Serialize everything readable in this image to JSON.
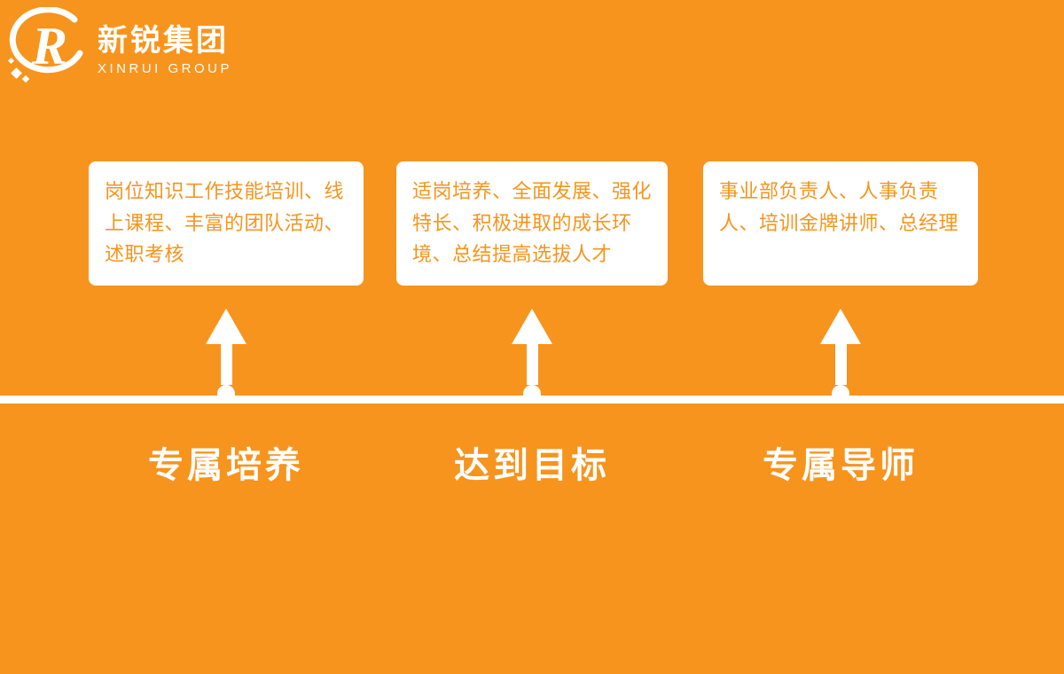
{
  "theme": {
    "background": "#F7941D",
    "card_background": "#FFFFFF",
    "card_text_color": "#F7941D",
    "line_color": "#FFFFFF",
    "label_color": "#FFFFFF"
  },
  "logo": {
    "icon": "xinrui-r-swoosh-logo",
    "name_cn": "新锐集团",
    "name_en": "XINRUI GROUP"
  },
  "timeline": {
    "items": [
      {
        "card_text": "岗位知识工作技能培训、线上课程、丰富的团队活动、述职考核",
        "label": "专属培养"
      },
      {
        "card_text": "适岗培养、全面发展、强化特长、积极进取的成长环境、总结提高选拔人才",
        "label": "达到目标"
      },
      {
        "card_text": "事业部负责人、人事负责人、培训金牌讲师、总经理",
        "label": "专属导师"
      }
    ]
  }
}
